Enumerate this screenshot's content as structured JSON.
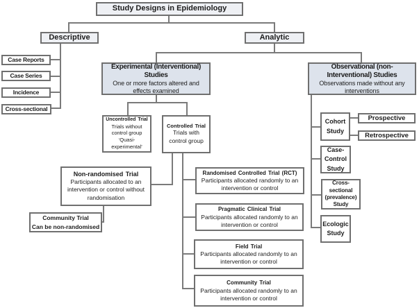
{
  "diagram": {
    "title": "Study Designs in Epidemiology",
    "colors": {
      "background": "#ffffff",
      "box_border": "#6f6f6f",
      "connector": "#7a7a7a",
      "shade_light": "#eef0f4",
      "shade_medium": "#dde3ec",
      "text": "#1c1c1c"
    }
  },
  "nodes": {
    "root": {
      "label": "Study Designs in Epidemiology"
    },
    "descriptive": {
      "label": "Descriptive"
    },
    "analytic": {
      "label": "Analytic"
    },
    "case_reports": {
      "label": "Case Reports"
    },
    "case_series": {
      "label": "Case Series"
    },
    "incidence": {
      "label": "Incidence"
    },
    "cross_sectional": {
      "label": "Cross-sectional"
    },
    "experimental": {
      "title": "Experimental (Interventional) Studies",
      "subtitle": "One or more factors altered and effects examined"
    },
    "observational": {
      "title": "Observational (non-Interventional) Studies",
      "subtitle": "Observations made without any interventions"
    },
    "uncontrolled": {
      "title": "Uncontrolled Trial",
      "body": "Trials without control group ‘Quasi-experimental’"
    },
    "controlled": {
      "title": "Controlled Trial",
      "body": "Trials with control group"
    },
    "non_randomised": {
      "title": "Non-randomised Trial",
      "body": "Participants allocated to an intervention or control without randomisation"
    },
    "community_left": {
      "title": "Community Trial",
      "body": "Can be non-randomised"
    },
    "rct": {
      "title": "Randomised Controlled Trial (RCT)",
      "body": "Participants allocated randomly to an intervention or control"
    },
    "pragmatic": {
      "title": "Pragmatic Clinical Trial",
      "body": "Participants allocated randomly to an intervention or control"
    },
    "field": {
      "title": "Field Trial",
      "body": "Participants allocated randomly to an intervention or control"
    },
    "community_right": {
      "title": "Community Trial",
      "body": "Participants allocated randomly to an intervention or control"
    },
    "cohort": {
      "label": "Cohort Study"
    },
    "prospective": {
      "label": "Prospective"
    },
    "retrospective": {
      "label": "Retrospective"
    },
    "case_control": {
      "label": "Case-Control Study"
    },
    "cross_sectional_prevalence": {
      "label": "Cross-sectional (prevalence) Study"
    },
    "ecologic": {
      "label": "Ecologic Study"
    }
  }
}
